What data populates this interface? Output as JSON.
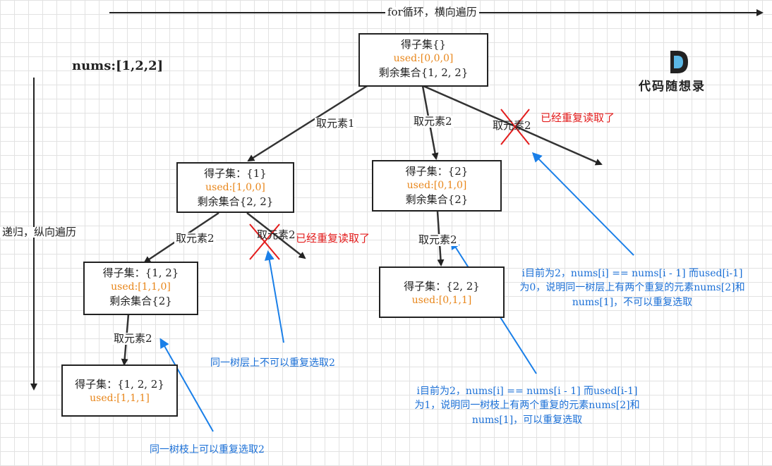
{
  "header": {
    "horizontal": "for循环，横向遍历",
    "vertical": "递归，纵向遍历"
  },
  "nums": "nums:[1,2,2]",
  "logo": {
    "text": "代码随想录",
    "mark": "D"
  },
  "nodes": [
    {
      "title": "得子集{}",
      "used": "used:[0,0,0]",
      "remain": "剩余集合{1, 2, 2}"
    },
    {
      "title": "得子集：{1}",
      "used": "used:[1,0,0]",
      "remain": "剩余集合{2, 2}"
    },
    {
      "title": "得子集：{2}",
      "used": "used:[0,1,0]",
      "remain": "剩余集合{2}"
    },
    {
      "title": "得子集：{1, 2}",
      "used": "used:[1,1,0]",
      "remain": "剩余集合{2}"
    },
    {
      "title": "得子集：{2, 2}",
      "used": "used:[0,1,1]"
    },
    {
      "title": "得子集：{1, 2, 2}",
      "used": "used:[1,1,1]"
    }
  ],
  "edges": {
    "take1": "取元素1",
    "take2a": "取元素2",
    "take2b": "取元素2",
    "take2c": "取元素2",
    "take2d": "取元素2",
    "take2e": "取元素2",
    "take2f": "取元素2"
  },
  "notes": {
    "dup1": "已经重复读取了",
    "dup2": "已经重复读取了",
    "sameLevel": "同一树层上不可以重复选取2",
    "sameBranch": "同一树枝上可以重复选取2",
    "levelExplain": "i目前为2，nums[i] == nums[i - 1] 而used[i-1] 为0，说明同一树层上有两个重复的元素nums[2]和 nums[1]，不可以重复选取",
    "branchExplain": "i目前为2，nums[i] == nums[i - 1] 而used[i-1] 为1，说明同一树枝上有两个重复的元素nums[2]和 nums[1]，可以重复选取"
  }
}
